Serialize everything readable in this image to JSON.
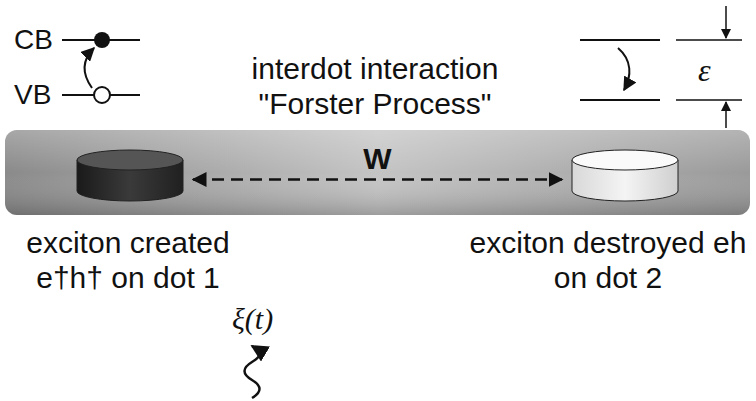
{
  "diagram": {
    "nodes": [
      {
        "text": [
          "exciton created e†h† on dot 1"
        ]
      },
      {
        "text": [
          "exciton destroyed eh on dot 2"
        ]
      }
    ],
    "edges": [
      {
        "from": 0,
        "to": 1,
        "arrow": "both",
        "label": "W"
      }
    ],
    "labels": [
      "CB",
      "VB",
      "interdot interaction \"Forster Process\"",
      "ε",
      "ξ(t)"
    ]
  }
}
